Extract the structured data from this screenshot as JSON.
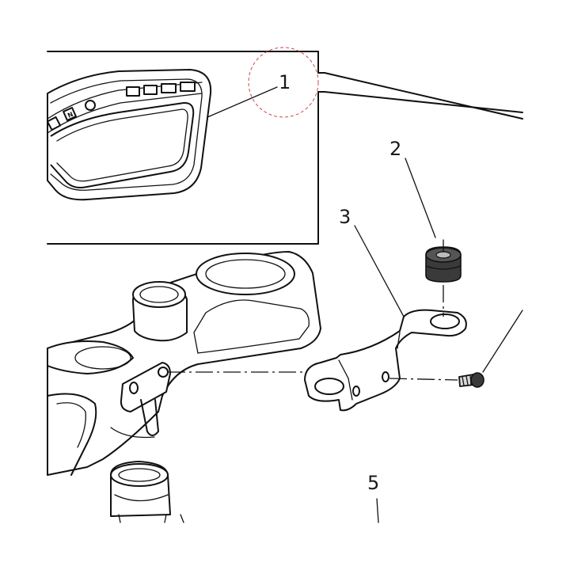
{
  "callouts": {
    "c1": "1",
    "c2": "2",
    "c3": "3",
    "c5": "5"
  },
  "indicators": {
    "neutral": "N"
  },
  "colors": {
    "line": "#111111",
    "highlight_circle": "#c8323c",
    "background": "#ffffff"
  }
}
